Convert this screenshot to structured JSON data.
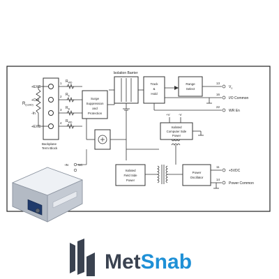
{
  "diagram": {
    "terminals": {
      "labels": [
        "+EXC",
        "+Out",
        "-In",
        "+EXC"
      ],
      "numbers": [
        "1",
        "2",
        "3",
        "4"
      ],
      "r_labels": [
        "R",
        "R",
        "R",
        "R"
      ],
      "r_subs": [
        "WD",
        "E",
        "B",
        "WD"
      ],
      "rlead": "R",
      "rlead_sub": "(LEAD)",
      "caption_line1": "Backplane",
      "caption_line2": "Term Block"
    },
    "surge": [
      "Surge",
      "Suppression",
      "and",
      "Protection"
    ],
    "isolation_barrier": "Isolation Barrier",
    "track_hold": [
      "Track",
      "&",
      "Hold"
    ],
    "range_select": [
      "Range",
      "Select"
    ],
    "outputs": {
      "vo_num": "13",
      "vo_label": "V",
      "vo_sub": "o",
      "io_common_num": "16",
      "io_common_label": "I/O Common",
      "rd_en_num": "22",
      "rd_en_label": "WR En"
    },
    "isolated_output_power": [
      "Isolated",
      "Computer Side",
      "Power"
    ],
    "plus_v": "+V",
    "minus_v": "-V",
    "isolated_field_power": [
      "Isolated",
      "Field Side",
      "Power"
    ],
    "power_oscillator": [
      "Power",
      "Oscillator"
    ],
    "supply": {
      "vs_num": "11",
      "vs_label": "+5VDC",
      "common_num": "14",
      "common_label": "Power Common"
    },
    "left_small": [
      "-IN",
      "NC"
    ]
  },
  "brand": {
    "name_part1": "Met",
    "name_part2": "Snab",
    "color_dark": "#3a4250",
    "color_accent": "#1e90d6"
  }
}
